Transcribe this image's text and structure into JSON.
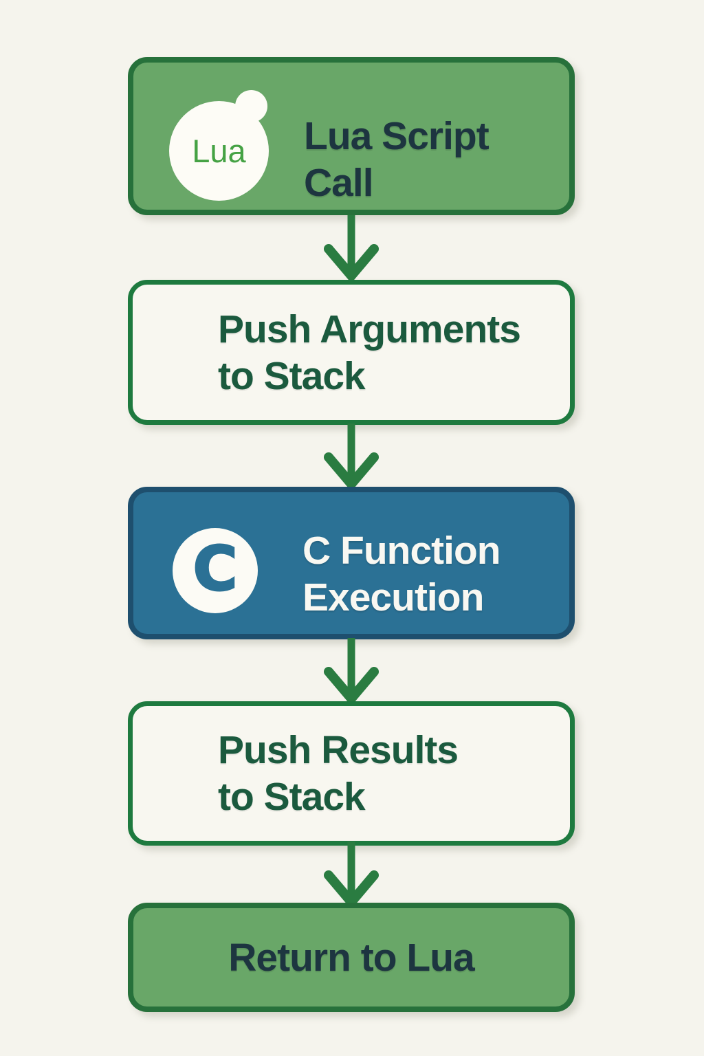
{
  "diagram_type": "flowchart",
  "flow_direction": "top-to-bottom",
  "nodes": [
    {
      "id": "lua-script-call",
      "line1": "Lua Script",
      "line2": "Call",
      "style": "green-filled",
      "icon": "lua-logo"
    },
    {
      "id": "push-arguments",
      "line1": "Push Arguments",
      "line2": "to Stack",
      "style": "outlined",
      "icon": null
    },
    {
      "id": "c-function-execution",
      "line1": "C Function",
      "line2": "Execution",
      "style": "blue-filled",
      "icon": "c-badge"
    },
    {
      "id": "push-results",
      "line1": "Push Results",
      "line2": "to Stack",
      "style": "outlined",
      "icon": null
    },
    {
      "id": "return-to-lua",
      "line1": "Return to Lua",
      "style": "green-filled",
      "icon": null
    }
  ],
  "icons": {
    "lua_logo_text": "Lua",
    "c_badge_letter": "C"
  },
  "connectors": {
    "count": 4,
    "shape": "vertical-arrow-down",
    "color": "#2a7c41"
  },
  "colors": {
    "page_background": "#f5f4ed",
    "green_node_fill": "#69a768",
    "green_node_border": "#27713b",
    "outlined_node_fill": "#f8f7f0",
    "outlined_node_border": "#1e7a3f",
    "blue_node_fill": "#2b7195",
    "blue_node_border": "#1e4f6e",
    "dark_navy_text": "#1d3540",
    "dark_green_text": "#1b5a3e",
    "white_text": "#f9f8f2",
    "lua_logo_green": "#45a244",
    "arrow_green": "#2a7c41"
  }
}
